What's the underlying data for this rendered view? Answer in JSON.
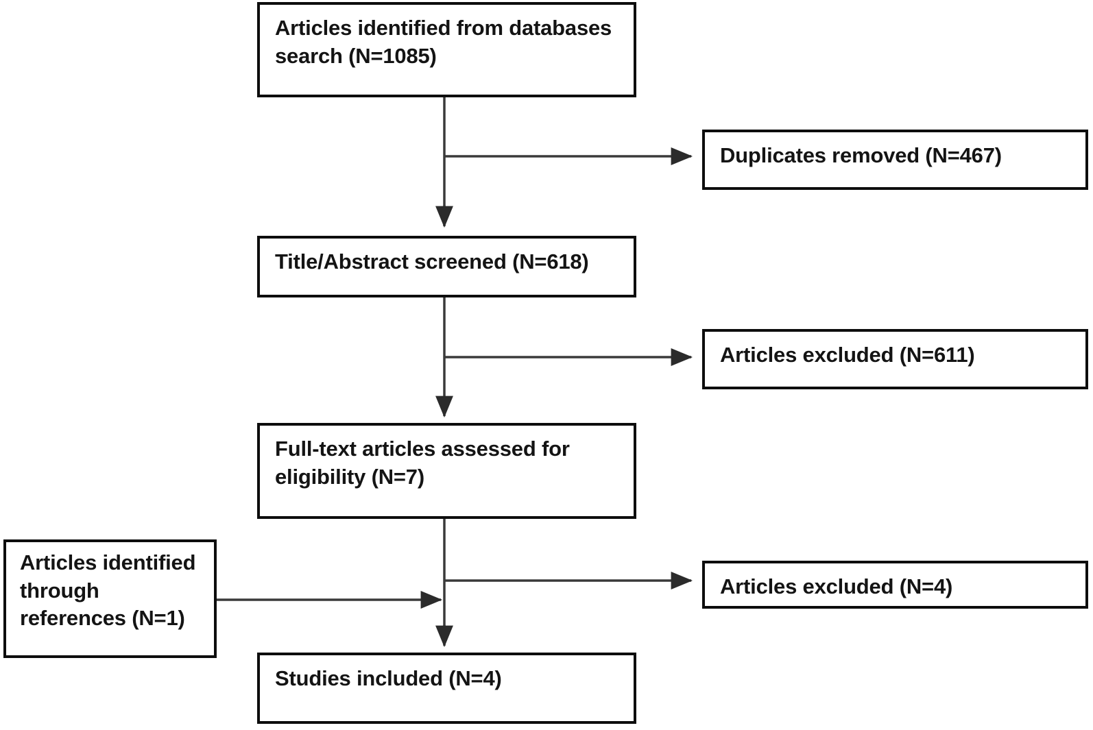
{
  "diagram": {
    "type": "flowchart",
    "title": "PRISMA study selection flow diagram",
    "colors": {
      "box_border": "#0d0d0d",
      "box_fill": "#ffffff",
      "connector": "#3a3a3a",
      "text": "#141414",
      "background": "#ffffff"
    },
    "nodes": {
      "identified": {
        "label": "Articles identified from databases\nsearch (N=1085)",
        "count": 1085
      },
      "duplicates": {
        "label": "Duplicates removed (N=467)",
        "count": 467
      },
      "screened": {
        "label": "Title/Abstract screened (N=618)",
        "count": 618
      },
      "excluded_screening": {
        "label": "Articles excluded (N=611)",
        "count": 611
      },
      "fulltext": {
        "label": "Full-text articles assessed for\neligibility (N=7)",
        "count": 7
      },
      "references": {
        "label": "Articles identified\nthrough\nreferences (N=1)",
        "count": 1
      },
      "excluded_fulltext": {
        "label": "Articles excluded (N=4)",
        "count": 4
      },
      "included": {
        "label": "Studies included (N=4)",
        "count": 4
      }
    },
    "edges": [
      {
        "from": "identified",
        "to": "duplicates",
        "kind": "branch-right"
      },
      {
        "from": "identified",
        "to": "screened",
        "kind": "down"
      },
      {
        "from": "screened",
        "to": "excluded_screening",
        "kind": "branch-right"
      },
      {
        "from": "screened",
        "to": "fulltext",
        "kind": "down"
      },
      {
        "from": "fulltext",
        "to": "excluded_fulltext",
        "kind": "branch-right"
      },
      {
        "from": "references",
        "to": "fulltext_stem",
        "kind": "merge-right"
      },
      {
        "from": "fulltext",
        "to": "included",
        "kind": "down"
      }
    ]
  }
}
